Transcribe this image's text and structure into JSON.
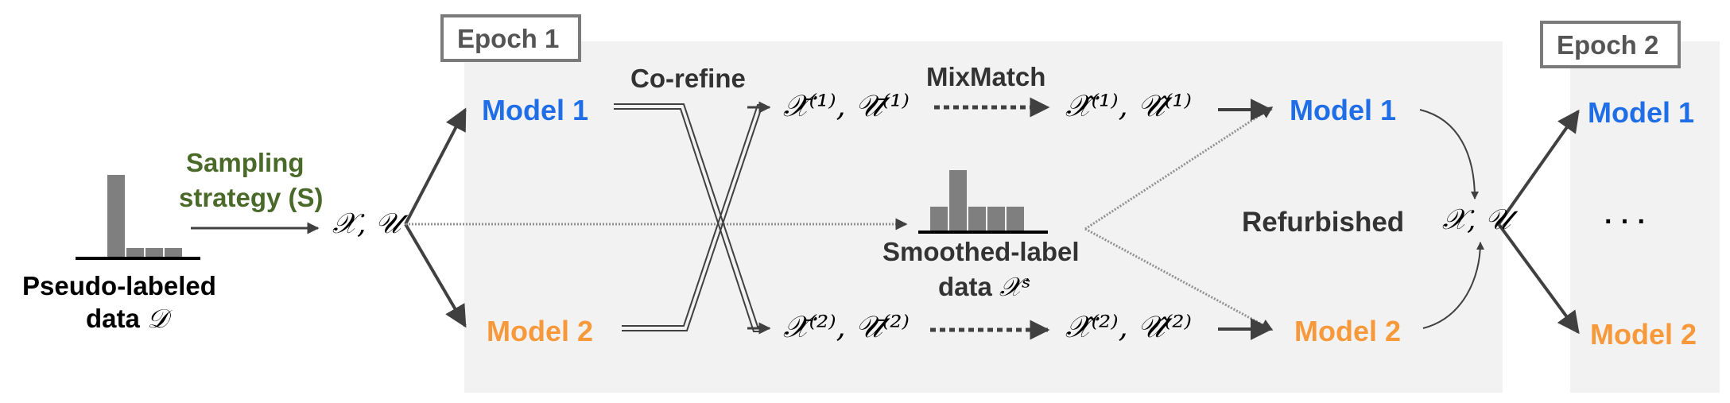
{
  "colors": {
    "model1": "#1f6ee8",
    "model2": "#f7993a",
    "sampling": "#4a6a2a",
    "text": "#1a1a1a",
    "panel": "#f2f2f2",
    "arrow": "#404040",
    "epoch_border": "#7a7a7a"
  },
  "epoch1": {
    "label": "Epoch 1"
  },
  "epoch2": {
    "label": "Epoch 2"
  },
  "input": {
    "line1": "Pseudo-labeled",
    "line2": "data",
    "symbol": "𝒟"
  },
  "sampling": {
    "line1": "Sampling",
    "line2": "strategy (S)"
  },
  "split_a": "𝒳, 𝒰",
  "model1_left": "Model 1",
  "model2_left": "Model 2",
  "corefine_label": "Co-refine",
  "mixmatch_label": "MixMatch",
  "x1_bar": "𝒳̄⁽¹⁾, 𝒰̄⁽¹⁾",
  "x2_bar": "𝒳̄⁽²⁾, 𝒰̄⁽²⁾",
  "x1_hat": "𝒳̂⁽¹⁾, 𝒰̂⁽¹⁾",
  "x2_hat": "𝒳̂⁽²⁾, 𝒰̂⁽²⁾",
  "smoothed": {
    "line1": "Smoothed-label",
    "line2": "data",
    "symbol": "𝒳ˢ"
  },
  "model1_right": "Model 1",
  "model2_right": "Model 2",
  "refurbished_label": "Refurbished",
  "split_b": "𝒳, 𝒰",
  "epoch2_model1": "Model 1",
  "epoch2_ellipsis": "· · ·",
  "epoch2_model2": "Model 2"
}
